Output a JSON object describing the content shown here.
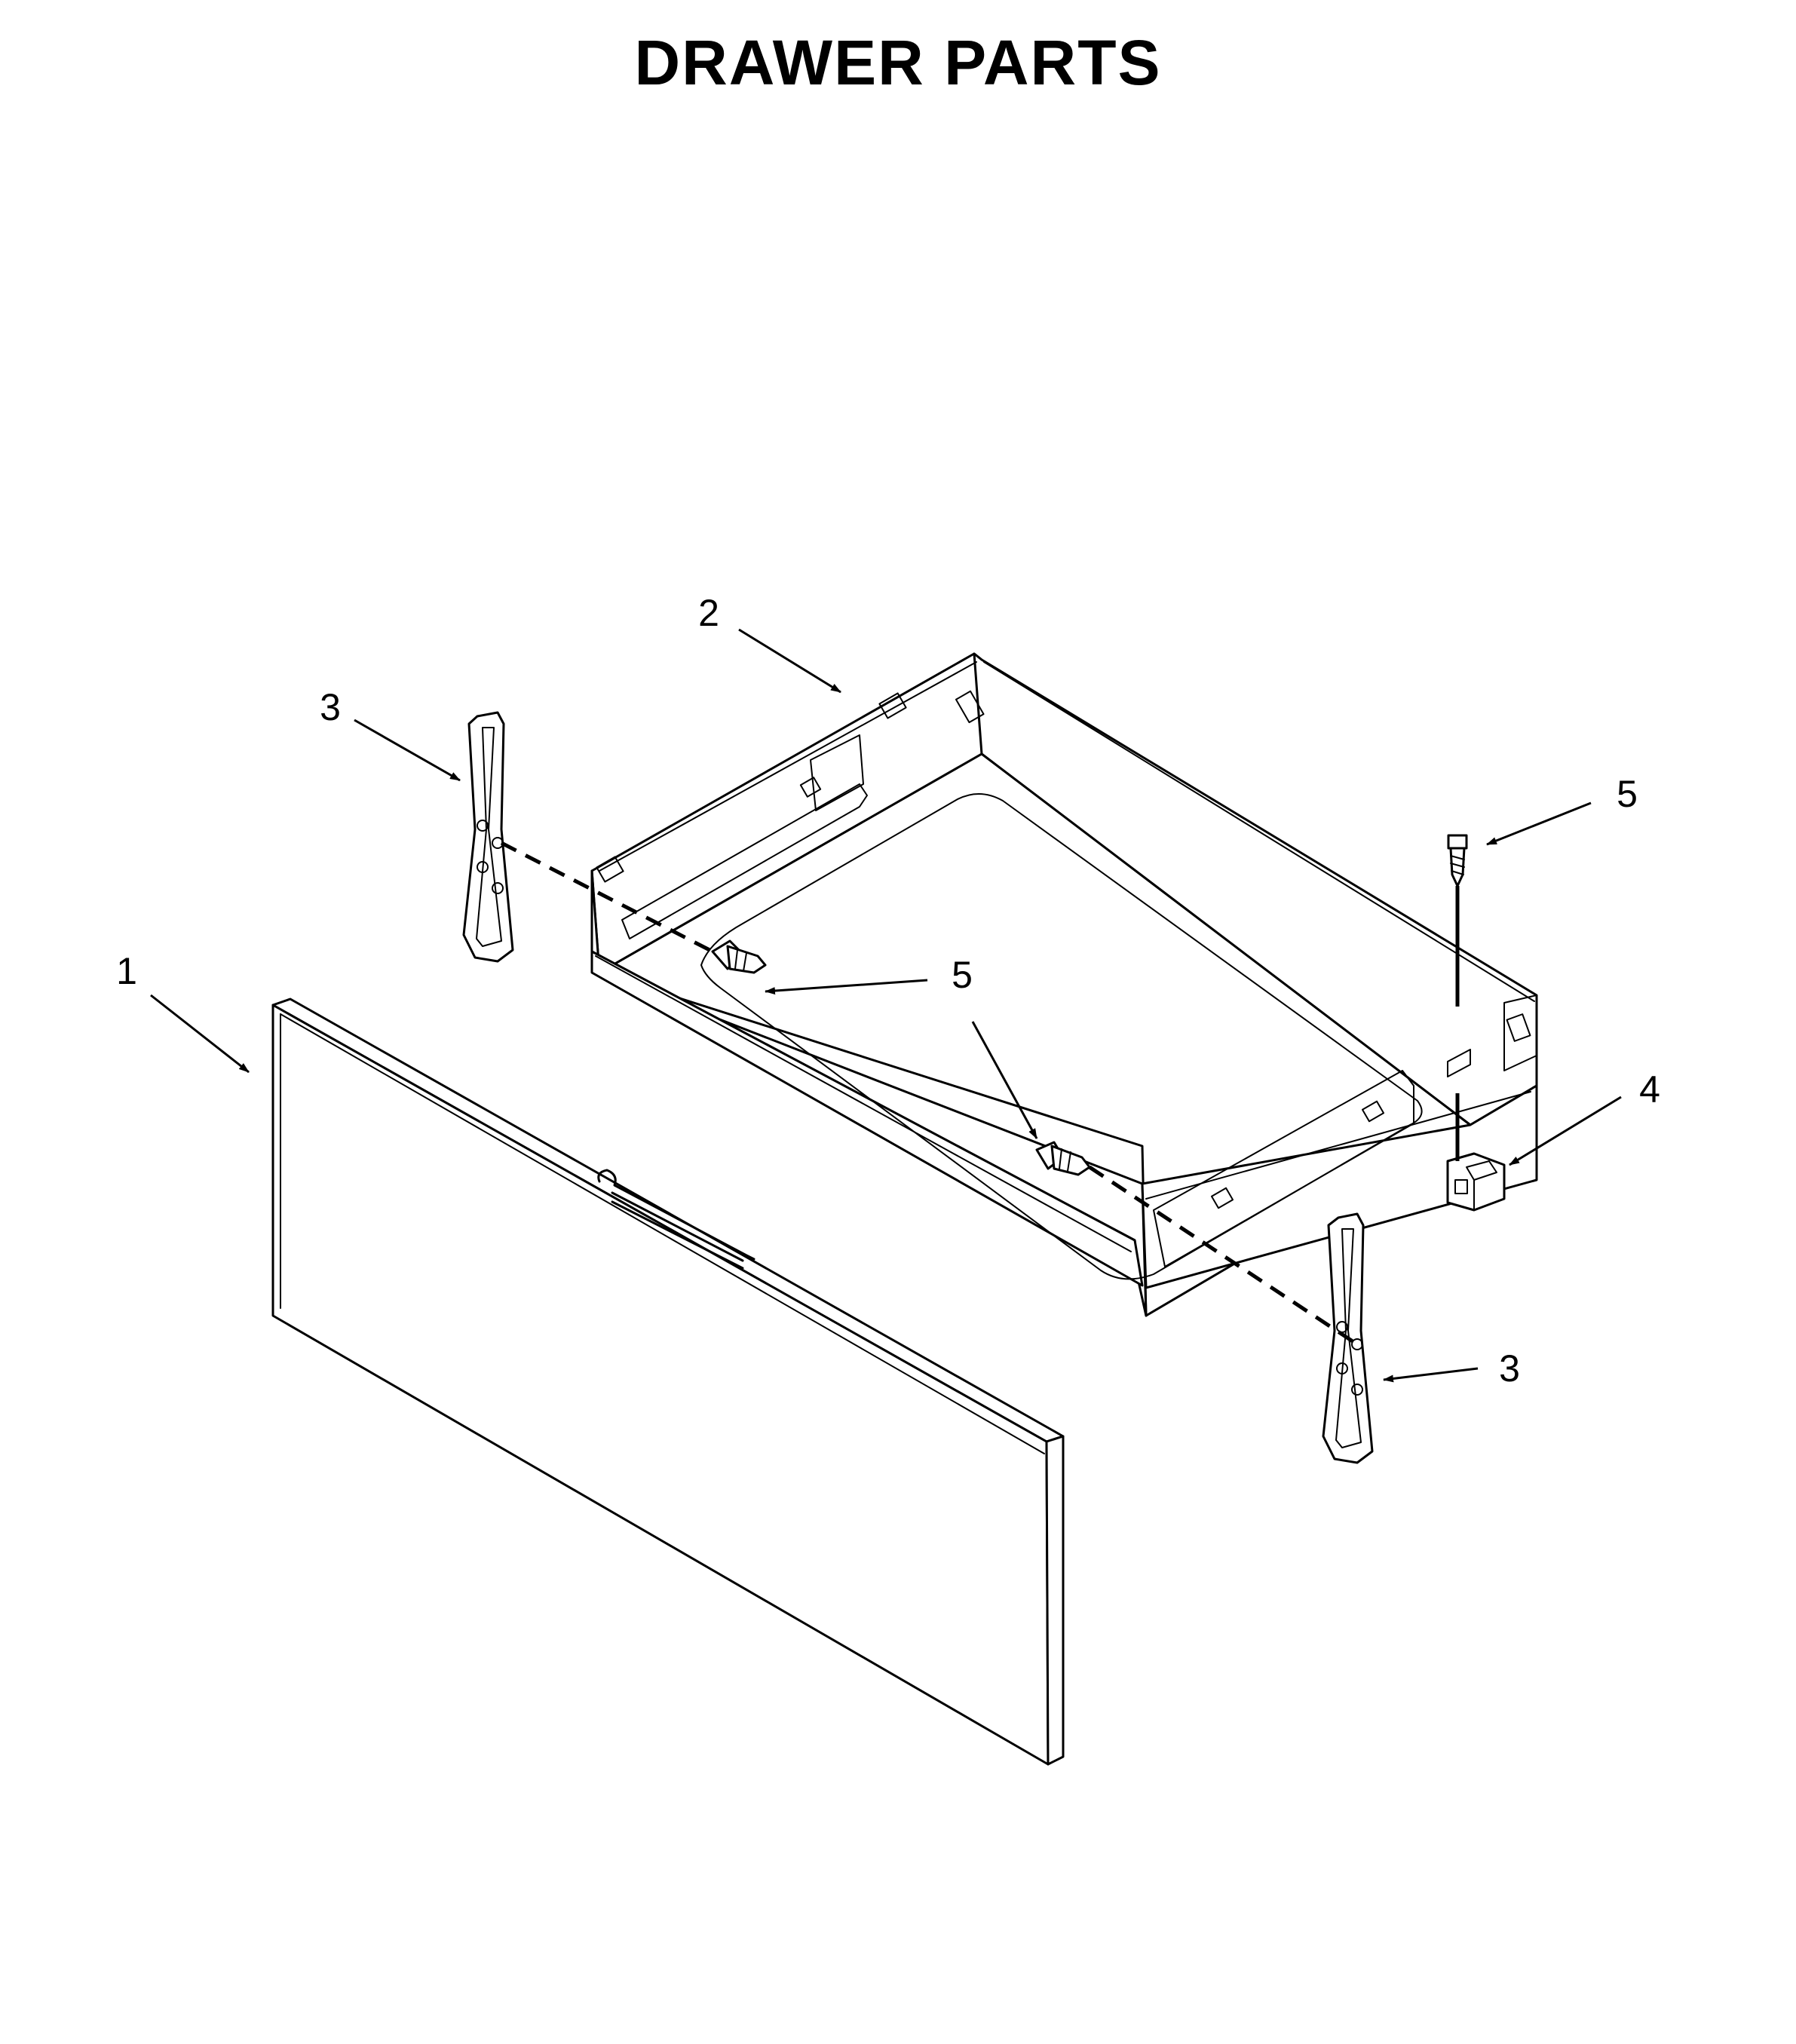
{
  "title": "DRAWER PARTS",
  "callouts": [
    {
      "id": "front-panel",
      "number": "1"
    },
    {
      "id": "drawer-body",
      "number": "2"
    },
    {
      "id": "glide-left",
      "number": "3"
    },
    {
      "id": "glide-right",
      "number": "3"
    },
    {
      "id": "clip",
      "number": "4"
    },
    {
      "id": "screw-top-right",
      "number": "5"
    },
    {
      "id": "screw-center",
      "number": "5"
    }
  ]
}
